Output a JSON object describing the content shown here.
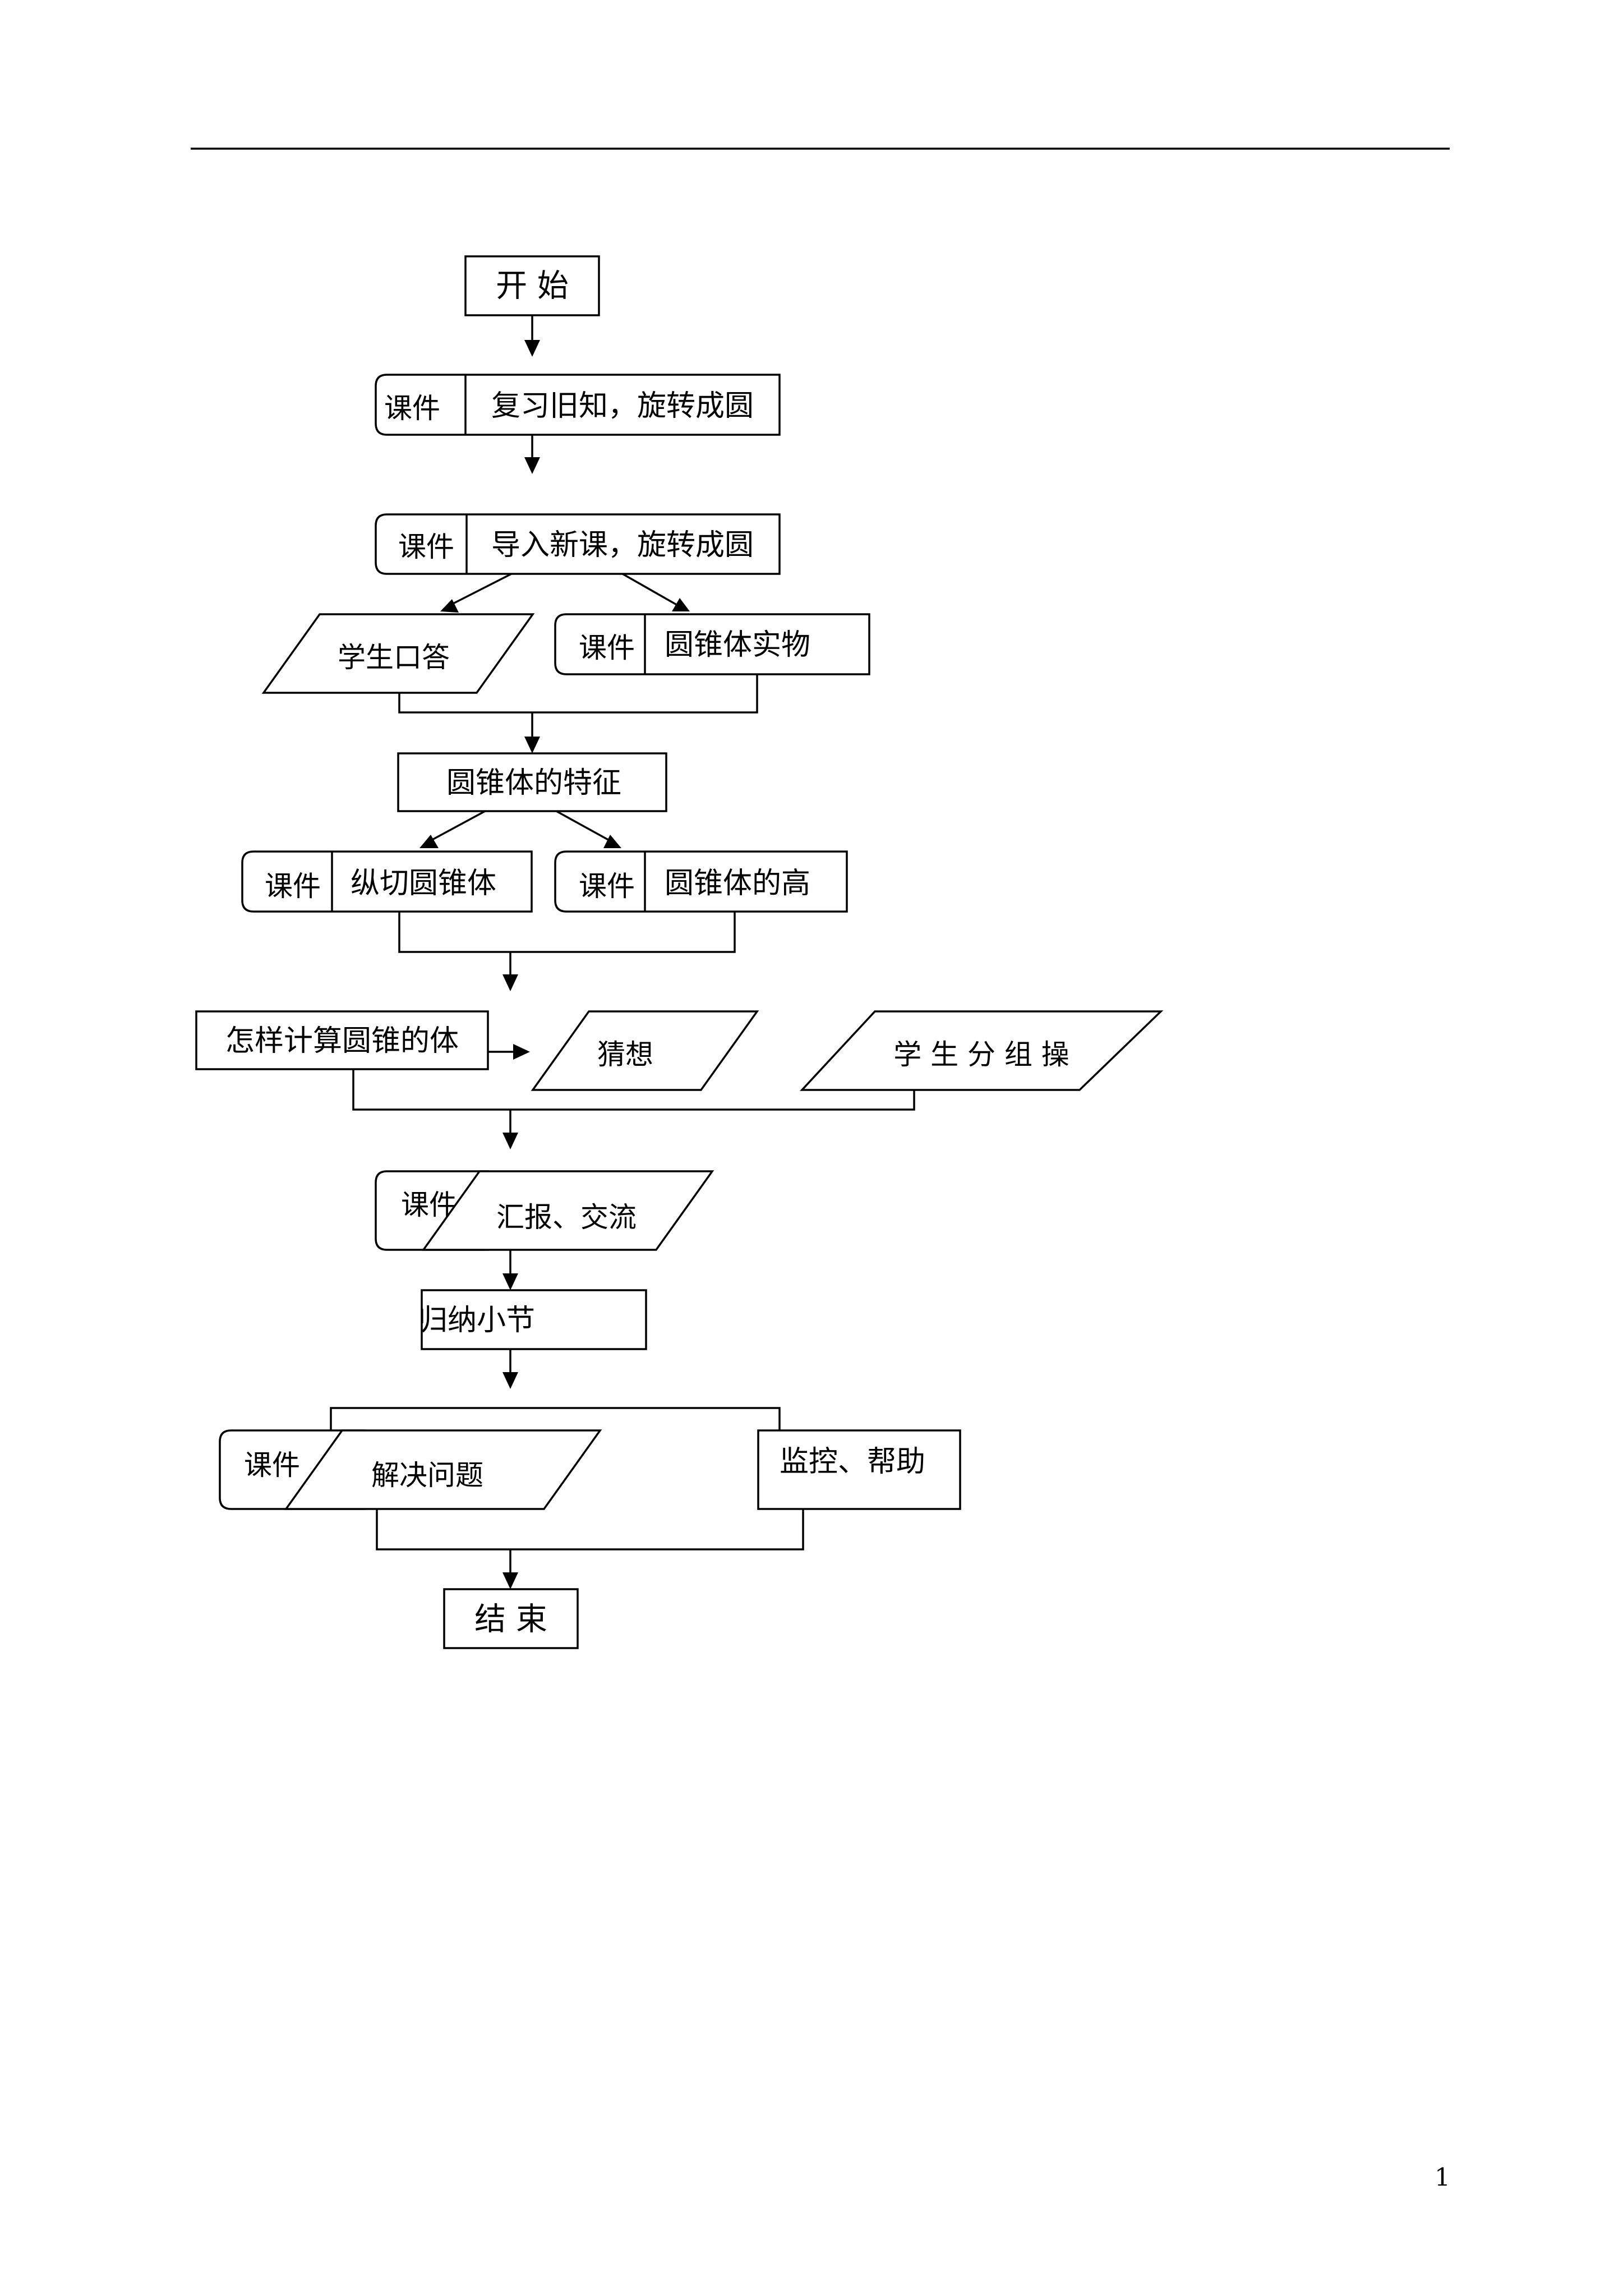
{
  "diagram": {
    "start": "开 始",
    "review": {
      "tag": "课件",
      "text": "复习旧知，旋转成圆"
    },
    "intro": {
      "tag": "课件",
      "text": "导入新课，旋转成圆"
    },
    "student_answer": "学生口答",
    "cone_object": {
      "tag": "课件",
      "text": "圆锥体实物"
    },
    "cone_features": "圆锥体的特征",
    "cone_slice": {
      "tag": "课件",
      "text": "纵切圆锥体"
    },
    "cone_height": {
      "tag": "课件",
      "text": "圆锥体的高"
    },
    "how_to_calc": "怎样计算圆锥的体",
    "guess": "猜想",
    "group_work": "学 生 分 组 操",
    "report": {
      "tag": "课件",
      "text": "汇报、交流"
    },
    "summary": "归纳小节",
    "solve": {
      "tag": "课件",
      "text": "解决问题"
    },
    "monitor": "监控、帮助",
    "end": "结 束"
  },
  "page_number": "1"
}
